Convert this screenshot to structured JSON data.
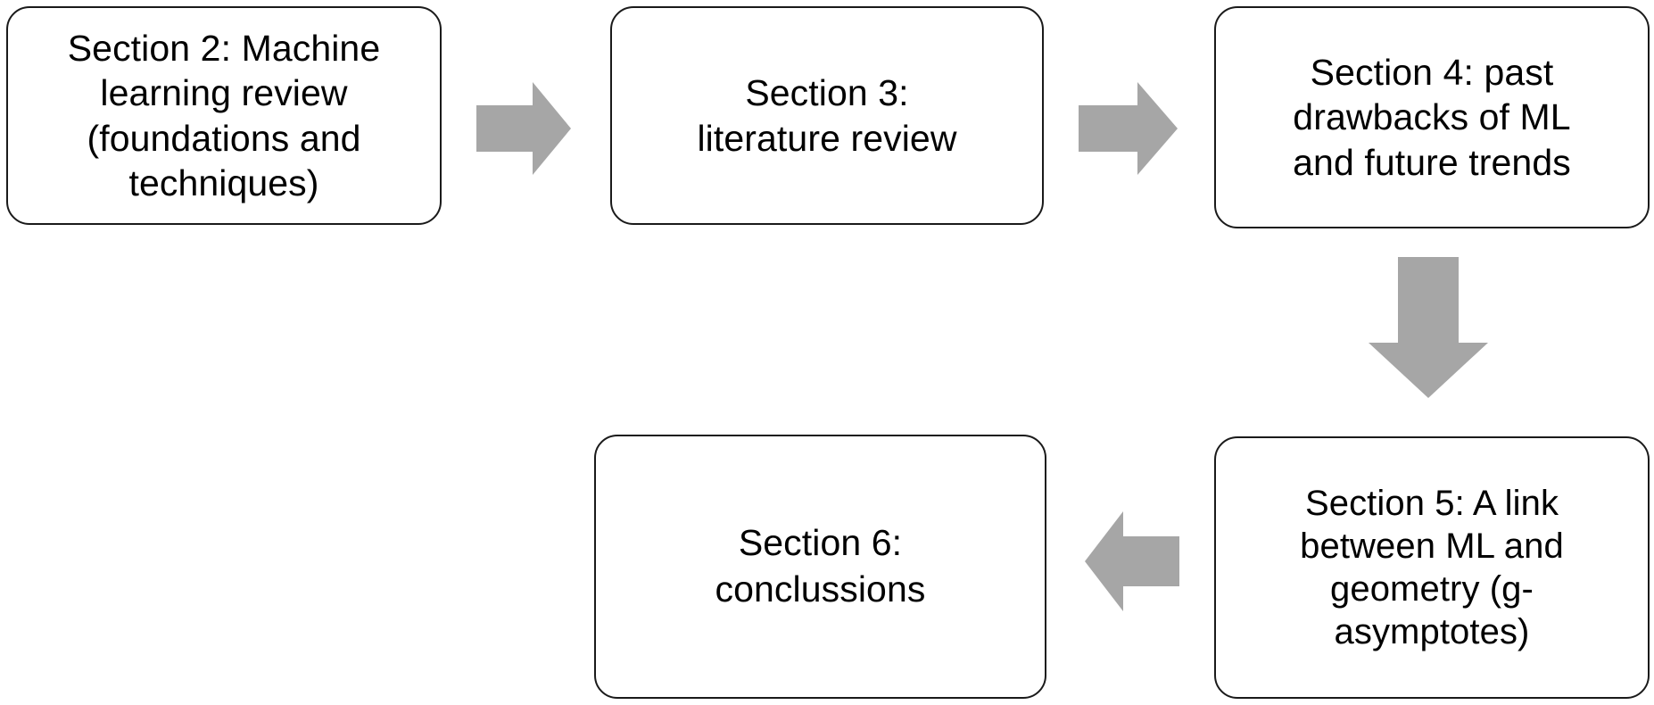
{
  "diagram": {
    "title": "Paper section flowchart",
    "background_color": "#ffffff",
    "box_fill_color": "#ffffff",
    "box_border_color": "#1a1a1a",
    "arrow_color": "#a6a6a6",
    "text_color": "#000000"
  },
  "nodes": [
    {
      "id": "section2",
      "label": "Section 2: Machine learning review (foundations and techniques)",
      "lines": [
        "Section 2: Machine",
        "learning review",
        "(foundations and",
        "techniques)"
      ]
    },
    {
      "id": "section3",
      "label": "Section 3: literature review",
      "lines": [
        "Section 3:",
        "literature review"
      ]
    },
    {
      "id": "section4",
      "label": "Section 4: past drawbacks of ML and future trends",
      "lines": [
        "Section 4: past",
        "drawbacks of ML",
        "and future trends"
      ]
    },
    {
      "id": "section5",
      "label": "Section 5: A link between ML and geometry (g-asymptotes)",
      "lines": [
        "Section 5: A link",
        "between ML and",
        "geometry (g-",
        "asymptotes)"
      ]
    },
    {
      "id": "section6",
      "label": "Section 6: conclussions",
      "lines": [
        "Section 6:",
        "conclussions"
      ]
    }
  ],
  "box_text": {
    "section2": "Section 2: Machine\nlearning review\n(foundations and\ntechniques)",
    "section3": "Section 3:\nliterature review",
    "section4": "Section 4: past\ndrawbacks of ML\nand future trends",
    "section5": "Section 5: A link\nbetween ML and\ngeometry (g-\nasymptotes)",
    "section6": "Section 6:\nconclussions"
  },
  "edges": [
    {
      "id": "s2-s3",
      "from": "section2",
      "to": "section3",
      "direction": "right",
      "icon": "arrow-right-icon"
    },
    {
      "id": "s3-s4",
      "from": "section3",
      "to": "section4",
      "direction": "right",
      "icon": "arrow-right-icon"
    },
    {
      "id": "s4-s5",
      "from": "section4",
      "to": "section5",
      "direction": "down",
      "icon": "arrow-down-icon"
    },
    {
      "id": "s5-s6",
      "from": "section5",
      "to": "section6",
      "direction": "left",
      "icon": "arrow-left-icon"
    }
  ]
}
